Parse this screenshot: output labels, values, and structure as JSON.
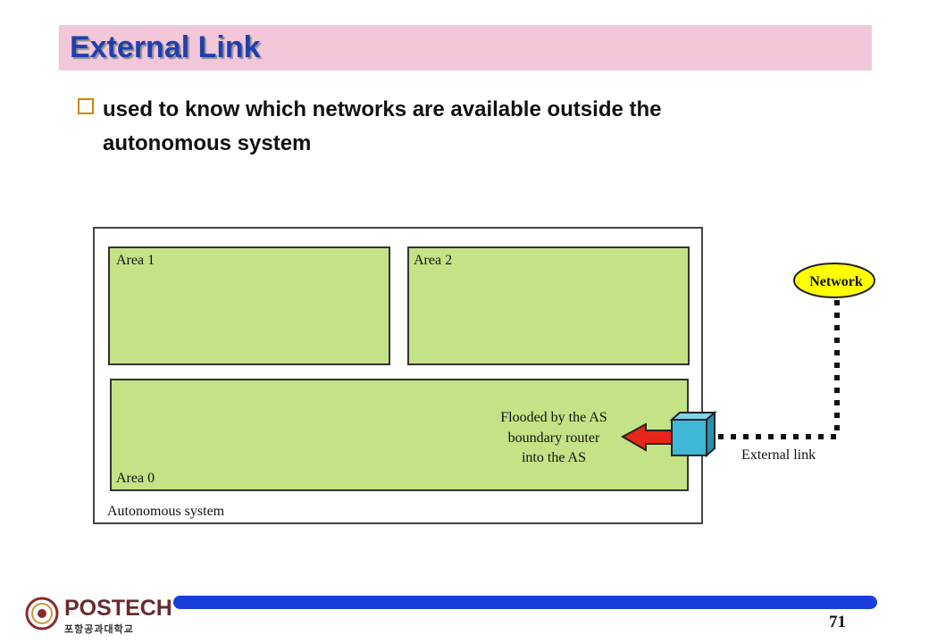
{
  "slide": {
    "title": "External Link",
    "bullet": "used to know which networks are available outside the autonomous system",
    "page_number": "71"
  },
  "diagram": {
    "system_label": "Autonomous system",
    "area1_label": "Area 1",
    "area2_label": "Area 2",
    "area0_label": "Area 0",
    "flood_line1": "Flooded by the AS",
    "flood_line2": "boundary router",
    "flood_line3": "into the AS",
    "network_label": "Network",
    "external_link_label": "External link"
  },
  "logo": {
    "name": "POSTECH",
    "korean_name": "포항공과대학교"
  },
  "colors": {
    "area_fill": "#c3e386",
    "router_fill": "#3fb7d6",
    "arrow_fill": "#e82618",
    "network_fill": "#ffff00",
    "title_band": "#f2c7d9",
    "footer_bar": "#1a3ddb"
  }
}
